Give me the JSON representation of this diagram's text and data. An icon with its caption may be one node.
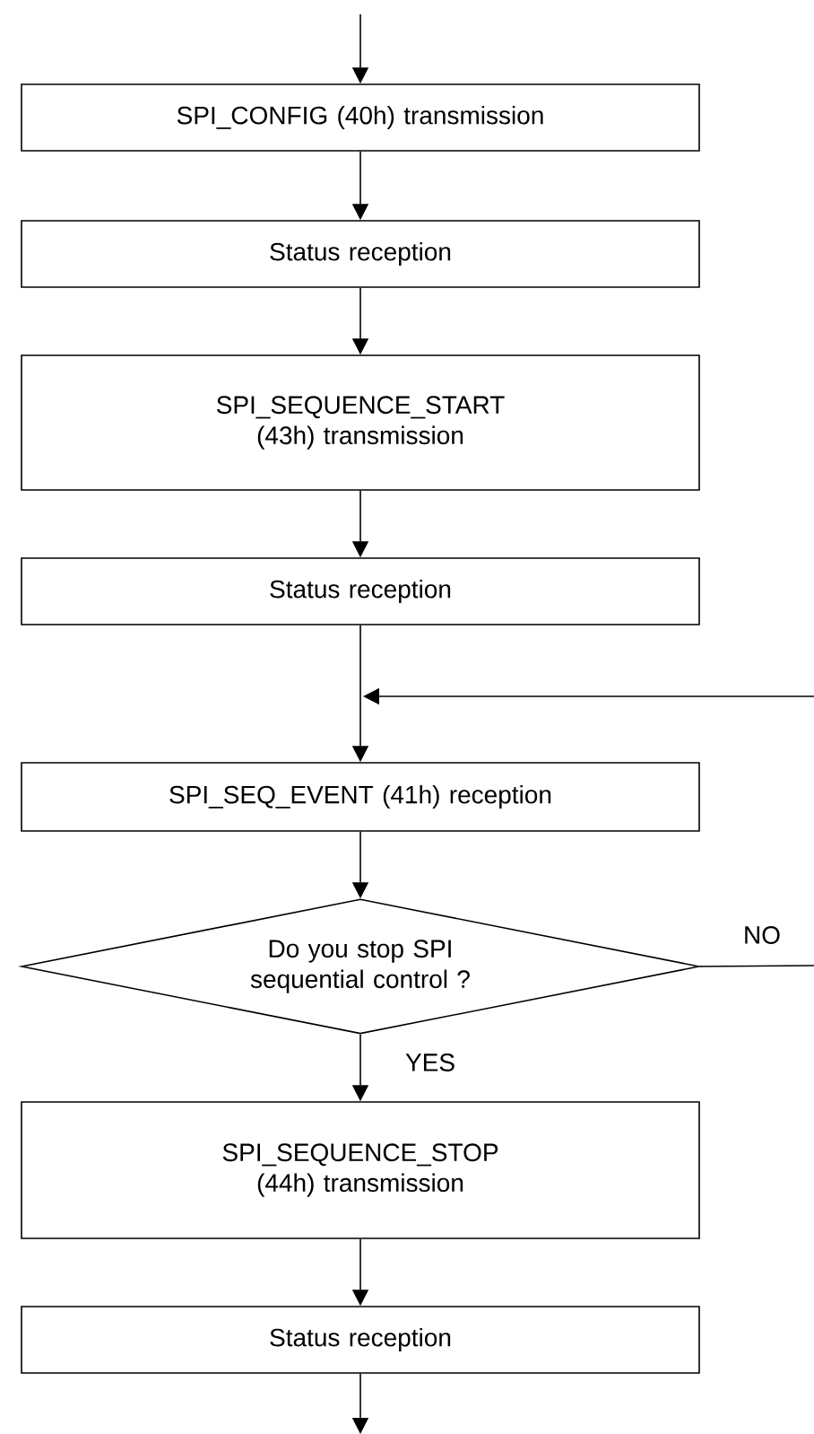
{
  "diagram": {
    "nodes": [
      {
        "text": [
          "SPI_CONFIG (40h) transmission"
        ]
      },
      {
        "text": [
          "Status reception"
        ]
      },
      {
        "text": [
          "SPI_SEQUENCE_START (43h) transmission"
        ]
      },
      {
        "text": [
          "Status reception"
        ]
      },
      {
        "text": [
          "SPI_SEQ_EVENT (41h) reception"
        ]
      },
      {
        "text": [
          "Do you stop SPI sequential control ?"
        ]
      },
      {
        "text": [
          "SPI_SEQUENCE_STOP (44h) transmission"
        ]
      },
      {
        "text": [
          "Status reception"
        ]
      }
    ],
    "edges": [
      {
        "from": null,
        "to": 0,
        "arrow": "to"
      },
      {
        "from": 0,
        "to": 1,
        "arrow": "to"
      },
      {
        "from": 1,
        "to": 2,
        "arrow": "to"
      },
      {
        "from": 2,
        "to": 3,
        "arrow": "to"
      },
      {
        "from": 3,
        "to": 4,
        "arrow": "to"
      },
      {
        "from": null,
        "to": 4,
        "arrow": "to"
      },
      {
        "from": 4,
        "to": 5,
        "arrow": "to"
      },
      {
        "from": 5,
        "to": null,
        "arrow": "none",
        "label": "NO"
      },
      {
        "from": 5,
        "to": 6,
        "arrow": "to",
        "label": "YES"
      },
      {
        "from": 6,
        "to": 7,
        "arrow": "to"
      },
      {
        "from": 7,
        "to": null,
        "arrow": "to"
      }
    ]
  }
}
